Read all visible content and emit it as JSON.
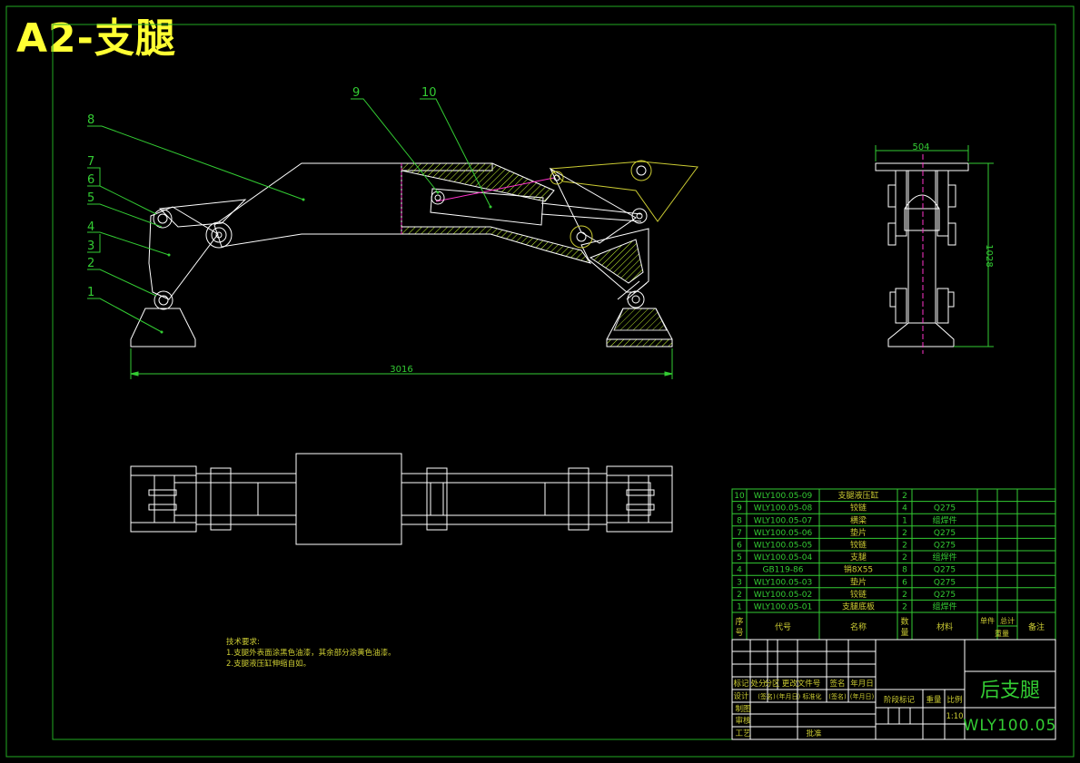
{
  "sheet": {
    "badge": "A2-支腿",
    "drawing_title": "后支腿",
    "drawing_code": "WLY100.05",
    "scale": "1:10"
  },
  "dimensions": {
    "overall_length": "3016",
    "side_width": "504",
    "side_height": "1028"
  },
  "callouts": [
    "1",
    "2",
    "3",
    "4",
    "5",
    "6",
    "7",
    "8",
    "9",
    "10"
  ],
  "tech_notes": {
    "heading": "技术要求:",
    "lines": [
      "1.支腿外表面涂黑色油漆，其余部分涂黄色油漆。",
      "2.支腿液压缸伸缩自如。"
    ]
  },
  "bom": {
    "headers": {
      "seq": [
        "序",
        "号"
      ],
      "code": "代号",
      "name": "名称",
      "qty": [
        "数",
        "量"
      ],
      "material": "材料",
      "unit_mass": "单件",
      "total_mass": "总计",
      "mass": "重量",
      "remark": "备注"
    },
    "rows": [
      {
        "seq": "10",
        "code": "WLY100.05-09",
        "name": "支腿液压缸",
        "qty": "2",
        "material": ""
      },
      {
        "seq": "9",
        "code": "WLY100.05-08",
        "name": "铰链",
        "qty": "4",
        "material": "Q275"
      },
      {
        "seq": "8",
        "code": "WLY100.05-07",
        "name": "横梁",
        "qty": "1",
        "material": "组焊件"
      },
      {
        "seq": "7",
        "code": "WLY100.05-06",
        "name": "垫片",
        "qty": "2",
        "material": "Q275"
      },
      {
        "seq": "6",
        "code": "WLY100.05-05",
        "name": "铰链",
        "qty": "2",
        "material": "Q275"
      },
      {
        "seq": "5",
        "code": "WLY100.05-04",
        "name": "支腿",
        "qty": "2",
        "material": "组焊件"
      },
      {
        "seq": "4",
        "code": "GB119-86",
        "name": "销8X55",
        "qty": "8",
        "material": "Q275"
      },
      {
        "seq": "3",
        "code": "WLY100.05-03",
        "name": "垫片",
        "qty": "6",
        "material": "Q275"
      },
      {
        "seq": "2",
        "code": "WLY100.05-02",
        "name": "铰链",
        "qty": "2",
        "material": "Q275"
      },
      {
        "seq": "1",
        "code": "WLY100.05-01",
        "name": "支腿底板",
        "qty": "2",
        "material": "组焊件"
      }
    ]
  },
  "title_block": {
    "rev_headers": [
      "标记",
      "处分",
      "分区",
      "更改文件号",
      "签名",
      "年月日"
    ],
    "design": "设计",
    "sign_a": "(签名)",
    "date_a": "(年月日)",
    "standard": "标准化",
    "sign_b": "(签名)",
    "date_b": "(年月日)",
    "draw": "制图",
    "check": "审核",
    "process": "工艺",
    "approve": "批准",
    "stage_mark": "阶段标记",
    "weight": "重量",
    "ratio": "比例"
  },
  "colors": {
    "frame": "#22aa22",
    "table": "#33cc33",
    "outline": "#ffffff",
    "badge": "#ffff33",
    "leader": "#33cc33",
    "dim": "#33cc33",
    "hatch": "#ccff33",
    "center": "#ff33cc",
    "text_yellow": "#cccc33"
  }
}
